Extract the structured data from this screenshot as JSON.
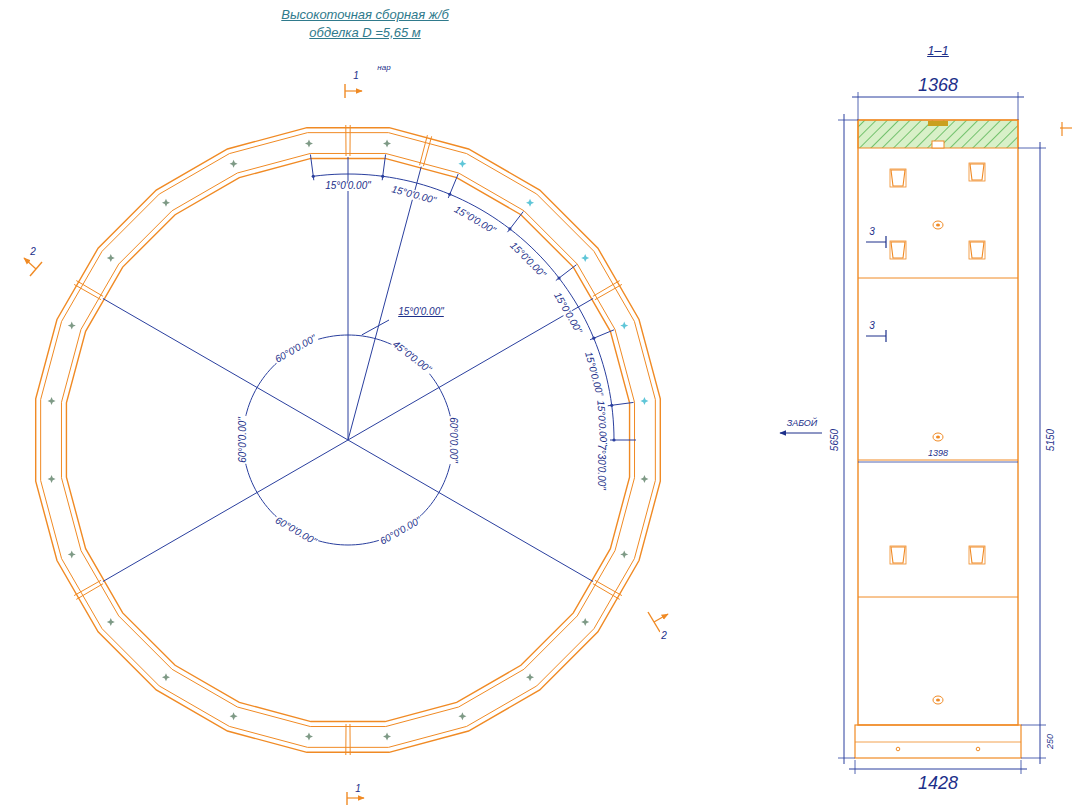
{
  "diagram": {
    "title": "Высокоточная сборная ж/б обделка D =5,65 м",
    "labels": [
      "1",
      "нар",
      "2",
      "15°0'0.00\"",
      "15°0'0.00\"",
      "15°0'0.00\"",
      "15°0'0.00\"",
      "15°0'0.00\"",
      "15°0'0.00\"",
      "15°0'0.00\"",
      "7°30'0.00\"",
      "15°0'0.00\"",
      "60°0'0.00\"",
      "45°0'0.00\"",
      "60°0'0.00\"",
      "60°0'0.00\"",
      "60°0'0.00\"",
      "60°0'0.00\"",
      "2",
      "1",
      "1–1",
      "1368",
      "3",
      "3",
      "ЗАБОЙ",
      "5650",
      "5150",
      "1398",
      "250",
      "1428"
    ]
  }
}
